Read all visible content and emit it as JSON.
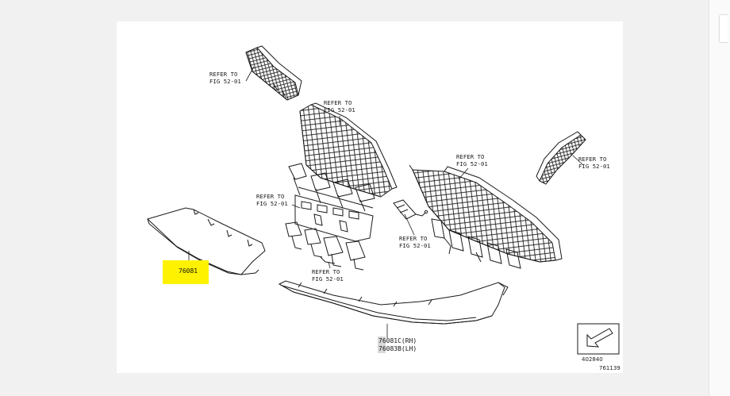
{
  "callouts": {
    "upper_left": [
      "REFER TO",
      "FIG 52-01"
    ],
    "center_top": [
      "REFER TO",
      "FIG 52-01"
    ],
    "left_mid": [
      "REFER TO",
      "FIG 52-01"
    ],
    "center_low": [
      "REFER TO",
      "FIG 52-01"
    ],
    "right_grille": [
      "REFER TO",
      "FIG 52-01"
    ],
    "bracket_low": [
      "REFER TO",
      "FIG 52-01"
    ],
    "far_right": [
      "REFER TO",
      "FIG 52-01"
    ]
  },
  "parts": {
    "left_panel": "76081",
    "lower_spoiler_rh": "76081C(RH)",
    "lower_spoiler_lh": "76083B(LH)"
  },
  "footer": {
    "ref_code": "402840",
    "page_code": "761139"
  },
  "colors": {
    "highlight": "#fff200",
    "line": "#1a1a1a"
  }
}
